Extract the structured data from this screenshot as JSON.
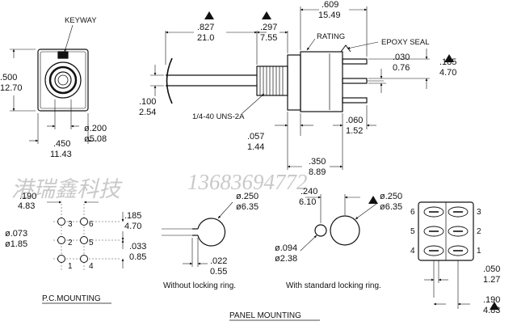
{
  "labels": {
    "keyway": "KEYWAY",
    "rating": "RATING",
    "epoxy_seal": "EPOXY SEAL",
    "thread": "1/4-40 UNS-2A",
    "pc_mounting": "P.C.MOUNTING",
    "panel_mounting": "PANEL   MOUNTING",
    "without_ring": "Without locking ring.",
    "with_ring": "With standard locking ring."
  },
  "watermark": {
    "company": "港瑞鑫科技",
    "phone": "13683694772"
  },
  "dims": {
    "front_height": [
      ".500",
      "12.70"
    ],
    "front_width": [
      ".450",
      "11.43"
    ],
    "front_bushing_dia": [
      "ø.200",
      "ø5.08"
    ],
    "lever_length": [
      ".827",
      "21.0"
    ],
    "bushing_length": [
      ".297",
      "7.55"
    ],
    "body_length": [
      ".609",
      "15.49"
    ],
    "lever_dia": [
      ".100",
      "2.54"
    ],
    "terminal_spacing": [
      ".030",
      "0.76"
    ],
    "terminal_length": [
      ".185",
      "4.70"
    ],
    "body_offset": [
      ".057",
      "1.44"
    ],
    "terminal_width": [
      ".060",
      "1.52"
    ],
    "seal_length": [
      ".350",
      "8.89"
    ],
    "pc_row_pitch": [
      ".190",
      "4.83"
    ],
    "pc_hole_dia": [
      "ø.073",
      "ø1.85"
    ],
    "pc_col_pitch": [
      ".185",
      "4.70"
    ],
    "pc_offset": [
      ".033",
      "0.85"
    ],
    "panel_dia_a": [
      "ø.250",
      "ø6.35"
    ],
    "panel_key_width": [
      ".022",
      "0.55"
    ],
    "panel_key_dist": [
      ".240",
      "6.10"
    ],
    "panel_dia_b": [
      "ø.250",
      "ø6.35"
    ],
    "panel_pin_dia": [
      "ø.094",
      "ø2.38"
    ],
    "bottom_pitch": [
      ".050",
      "1.27"
    ],
    "bottom_col_pitch": [
      ".190",
      "4.83"
    ]
  },
  "pin_numbers": [
    "1",
    "2",
    "3",
    "4",
    "5",
    "6"
  ]
}
